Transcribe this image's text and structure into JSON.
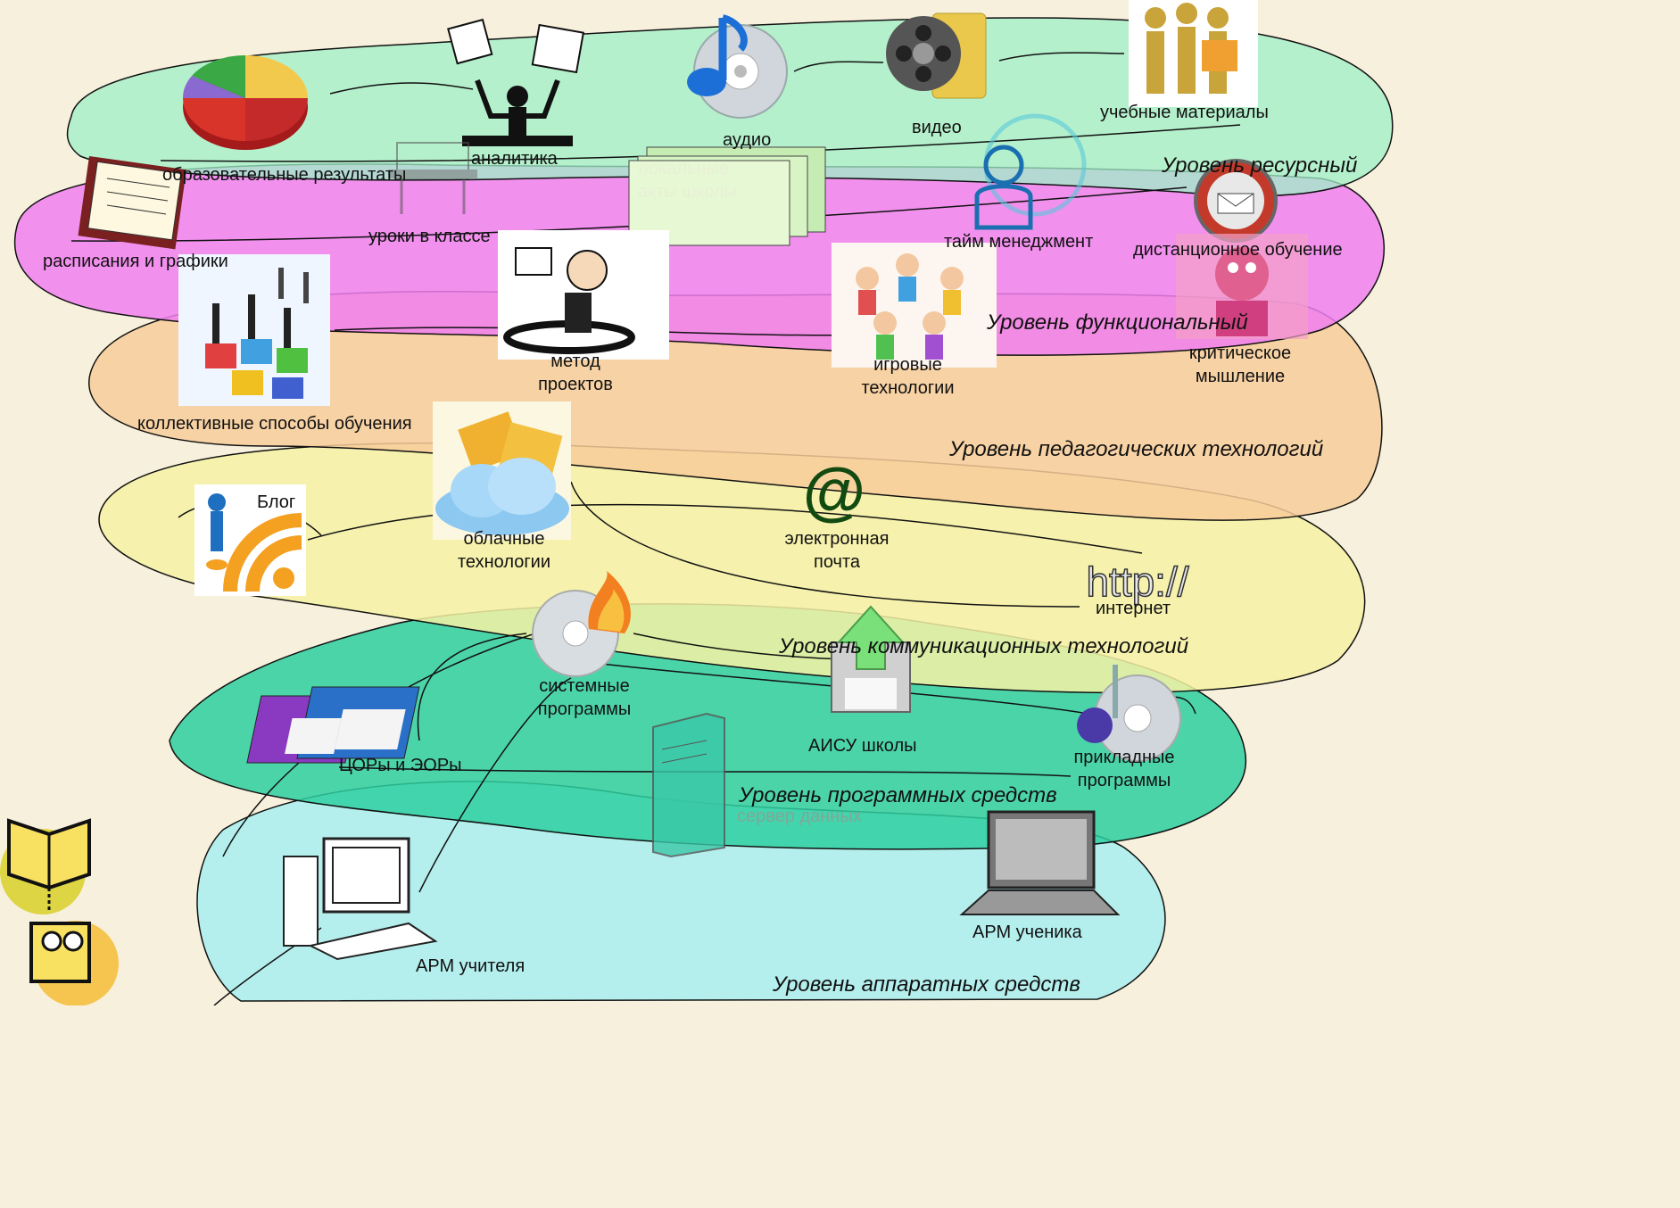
{
  "colors": {
    "background": "#f7f0dc",
    "level_hardware": "#a8eef0",
    "level_software": "#2ecfa0",
    "level_communication": "#f6f2a4",
    "level_pedagogical": "#f7cc9a",
    "level_functional": "#f07ff0",
    "level_resource": "#9ff0c8"
  },
  "levels": {
    "resource": "Уровень ресурсный",
    "functional": "Уровень функциональный",
    "pedagogical": "Уровень педагогических технологий",
    "communication": "Уровень коммуникационных технологий",
    "software": "Уровень программных средств",
    "hardware": "Уровень аппаратных средств"
  },
  "nodes": {
    "edu_results": "образовательные результаты",
    "analytics": "аналитика",
    "audio": "аудио",
    "video": "видео",
    "study_materials": "учебные материалы",
    "lessons": "уроки в классе",
    "local_acts": "локальные акты школы",
    "time_management": "тайм менеджмент",
    "distance_learning": "дистанционное обучение",
    "schedules": "расписания и графики",
    "project_method": "метод проектов",
    "game_tech": "игровые технологии",
    "critical_thinking": "критическое мышление",
    "collective_learning": "коллективные способы обучения",
    "blog": "Блог",
    "cloud_tech": "облачные технологии",
    "email": "электронная почта",
    "internet": "интернет",
    "http_text": "http://",
    "at_sign": "@",
    "system_programs": "системные программы",
    "aisu": "АИСУ школы",
    "applied_programs": "прикладные программы",
    "cor_eor": "ЦОРы и ЭОРы",
    "data_server": "сервер данных",
    "teacher_ws": "АРМ учителя",
    "student_ws": "АРМ ученика"
  },
  "icons": {
    "pie_chart": "pie-chart-icon",
    "analyst": "analyst-icon",
    "audio_cd": "audio-cd-icon",
    "film_reel": "film-reel-icon",
    "team_figures": "team-figures-icon",
    "notebook": "notebook-icon",
    "school_desk": "school-desk-icon",
    "documents": "documents-icon",
    "clock_person": "clock-person-icon",
    "mail_globe": "mail-globe-icon",
    "business_puzzle": "business-puzzle-icon",
    "project_character": "project-character-icon",
    "children_circle": "children-circle-icon",
    "thinker": "thinker-icon",
    "folders_cloud": "folders-cloud-icon",
    "rss_blog": "rss-blog-icon",
    "burning_cd": "burning-cd-icon",
    "floppy_disks": "floppy-disks-icon",
    "save_disk": "save-disk-icon",
    "music_cd": "music-cd-icon",
    "server_tower": "server-tower-icon",
    "desktop_pc": "desktop-pc-icon",
    "laptop": "laptop-icon",
    "book_reader": "book-reader-icon"
  }
}
